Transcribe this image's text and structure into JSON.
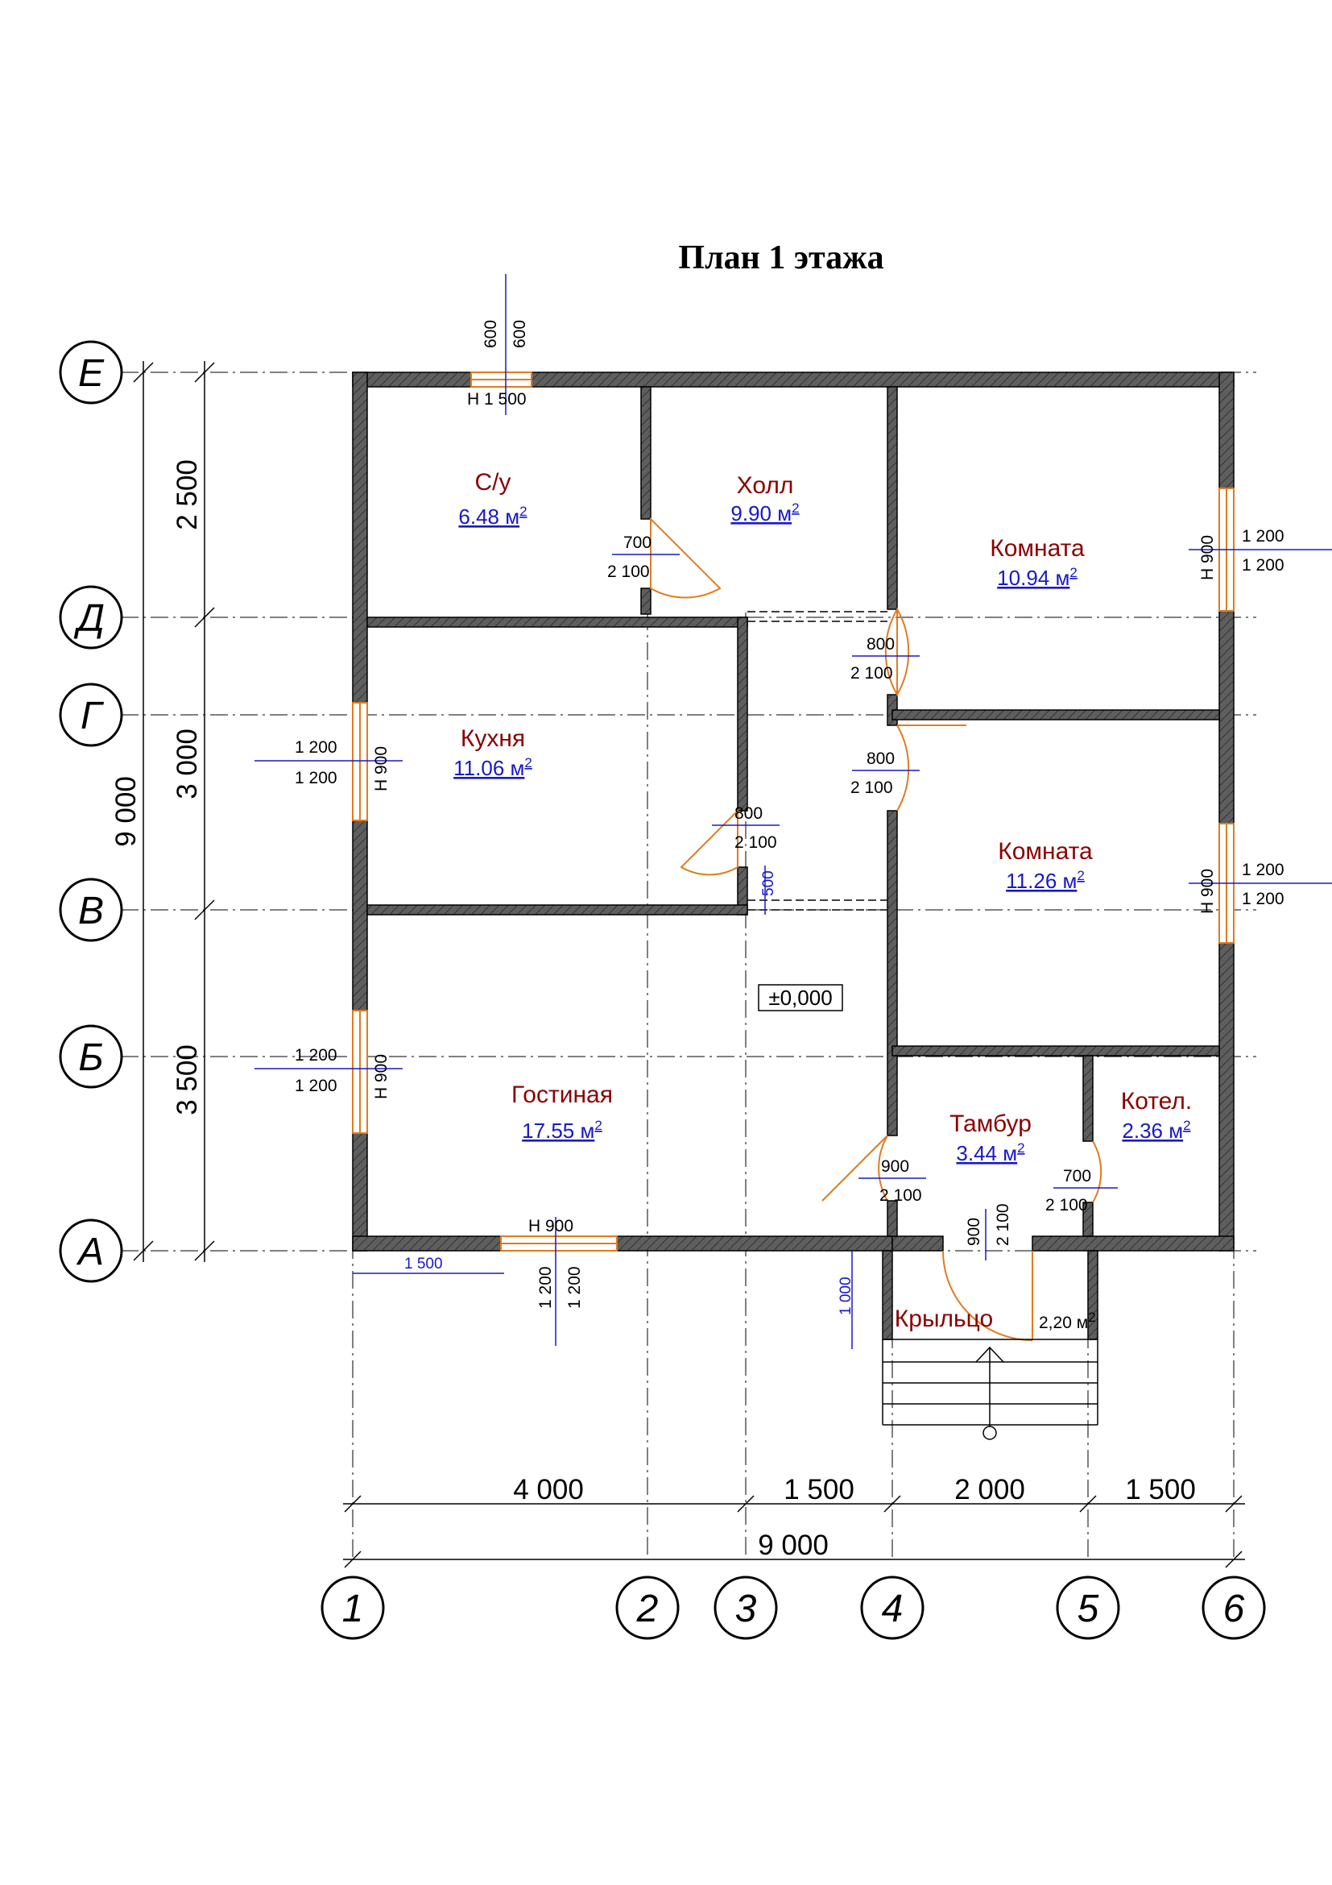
{
  "title": "План 1 этажа",
  "axes": {
    "rows": [
      "Е",
      "Д",
      "Г",
      "В",
      "Б",
      "А"
    ],
    "cols": [
      "1",
      "2",
      "3",
      "4",
      "5",
      "6"
    ]
  },
  "dims": {
    "left_segments": [
      "2 500",
      "3 000",
      "3 500"
    ],
    "left_total": "9 000",
    "bottom_segments": [
      "4 000",
      "1 500",
      "2 000",
      "1 500"
    ],
    "bottom_total": "9 000",
    "porch_depth": "1 000",
    "window_offset": "1 500",
    "stair_width": "500"
  },
  "rooms": [
    {
      "name": "С/у",
      "area": "6.48 м",
      "sup": "2"
    },
    {
      "name": "Холл",
      "area": "9.90 м",
      "sup": "2"
    },
    {
      "name": "Комната",
      "area": "10.94 м",
      "sup": "2"
    },
    {
      "name": "Кухня",
      "area": "11.06 м",
      "sup": "2"
    },
    {
      "name": "Комната",
      "area": "11.26 м",
      "sup": "2"
    },
    {
      "name": "Гостиная",
      "area": "17.55 м",
      "sup": "2"
    },
    {
      "name": "Тамбур",
      "area": "3.44 м",
      "sup": "2"
    },
    {
      "name": "Котел.",
      "area": "2.36 м",
      "sup": "2"
    },
    {
      "name": "Крыльцо",
      "area": "2,20 м",
      "sup": "2"
    }
  ],
  "elevation": "±0,000",
  "doors": [
    {
      "w": "700",
      "h": "2 100"
    },
    {
      "w": "800",
      "h": "2 100"
    },
    {
      "w": "800",
      "h": "2 100"
    },
    {
      "w": "800",
      "h": "2 100"
    },
    {
      "w": "900",
      "h": "2 100"
    },
    {
      "w": "700",
      "h": "2 100"
    },
    {
      "w": "900",
      "h": "2 100"
    }
  ],
  "windows": {
    "top": {
      "w1": "600",
      "w2": "600",
      "sill": "Н  1 500"
    },
    "right_upper": {
      "a": "1 200",
      "b": "1 200",
      "sill": "Н  900"
    },
    "right_lower": {
      "a": "1 200",
      "b": "1 200",
      "sill": "Н  900"
    },
    "left_upper": {
      "a": "1 200",
      "b": "1 200",
      "sill": "Н  900"
    },
    "left_lower": {
      "a": "1 200",
      "b": "1 200",
      "sill": "Н  900"
    },
    "bottom": {
      "a": "1 200",
      "b": "1 200",
      "sill": "Н  900"
    }
  },
  "colors": {
    "wall_fill": "#5e5e5e",
    "wall_stroke": "#000000",
    "room_name": "#8b0000",
    "area": "#1818c8",
    "dim_blue": "#1818c8",
    "door": "#e07b20",
    "window": "#e07b20"
  }
}
